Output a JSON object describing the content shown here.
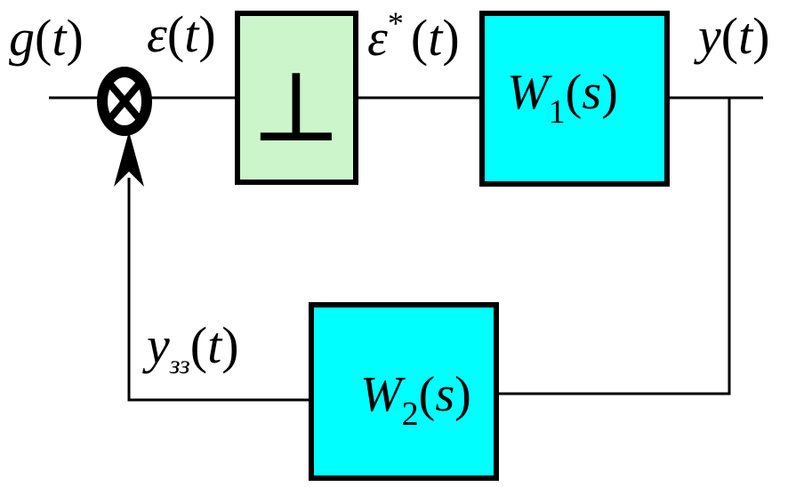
{
  "diagram": {
    "signals": {
      "input": {
        "name": "g",
        "arg": "t"
      },
      "error": {
        "name": "ε",
        "arg": "t"
      },
      "sampled_error": {
        "name": "ε",
        "sup": "*",
        "arg": "t"
      },
      "output": {
        "name": "y",
        "arg": "t"
      },
      "feedback": {
        "name": "y",
        "sub": "зз",
        "arg": "t"
      }
    },
    "blocks": {
      "impulse_element": {
        "symbol": "⊥",
        "fill": "#ccf5cc"
      },
      "forward_transfer": {
        "name": "W",
        "sub": "1",
        "arg": "s",
        "fill": "#00ffff"
      },
      "feedback_transfer": {
        "name": "W",
        "sub": "2",
        "arg": "s",
        "fill": "#00ffff"
      }
    },
    "summing_junction": {
      "symbol": "⊗"
    }
  }
}
